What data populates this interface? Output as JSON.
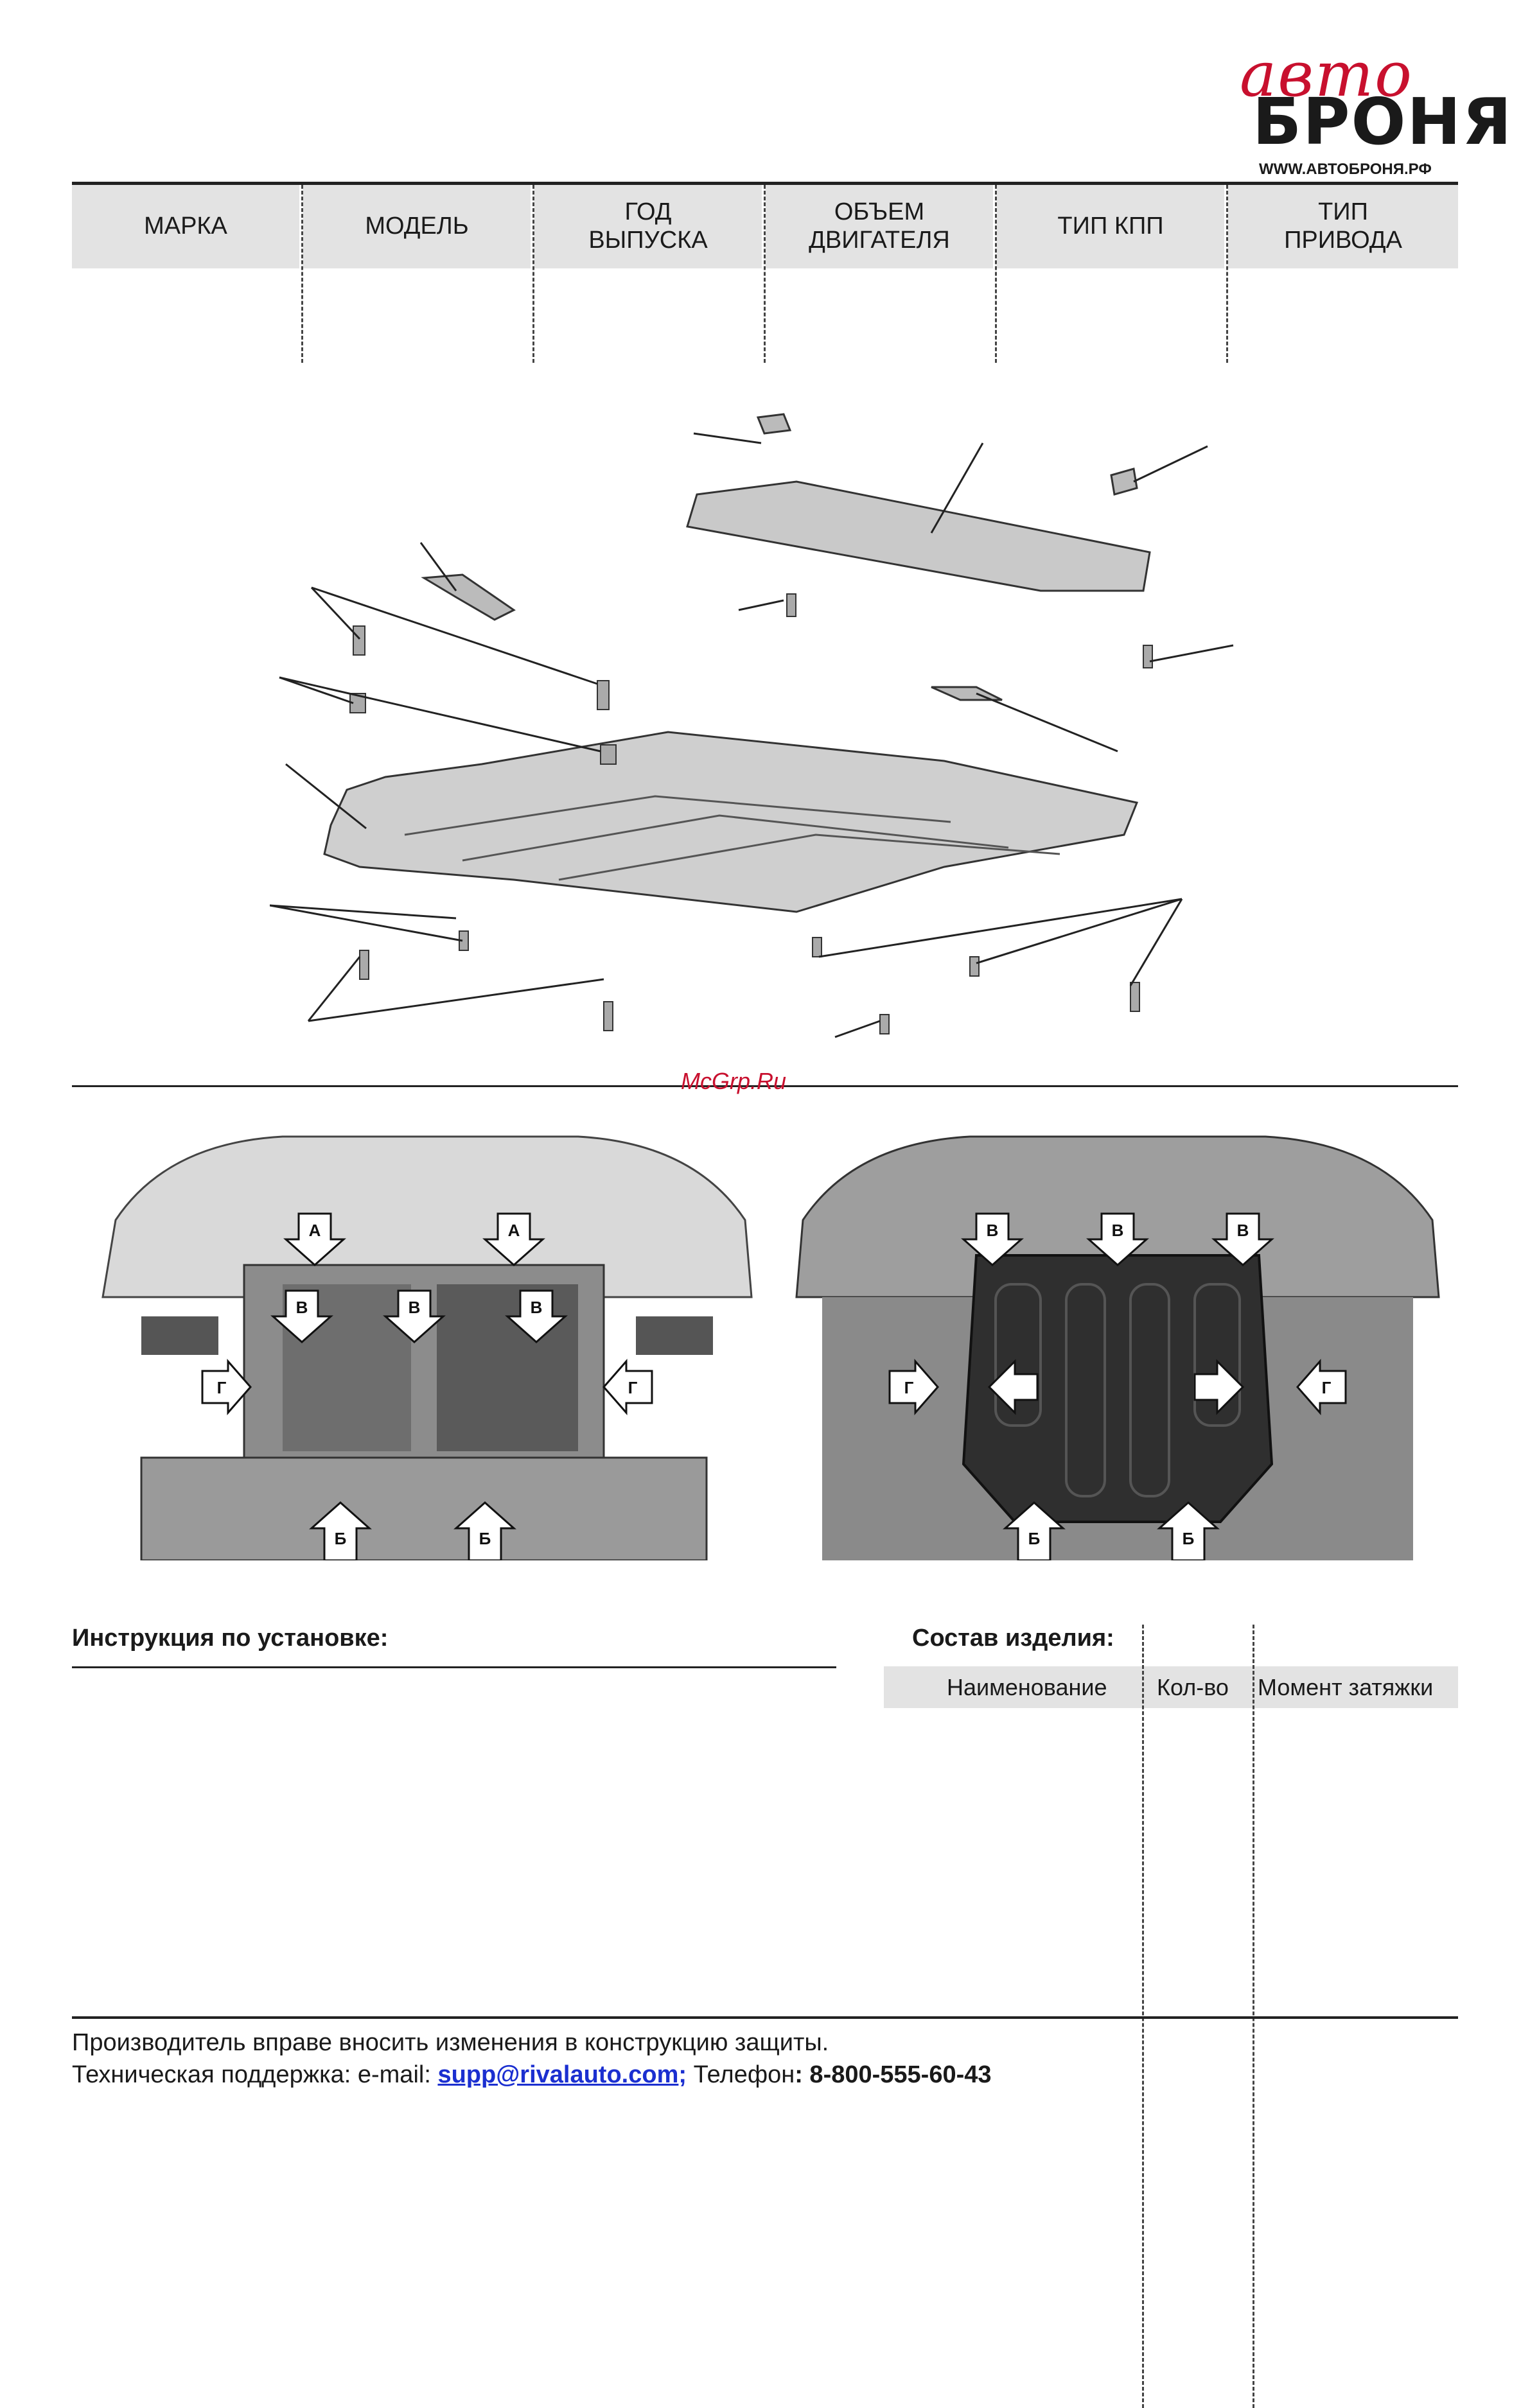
{
  "logo": {
    "script": "авто",
    "main": "БРОНЯ",
    "url": "WWW.АВТОБРОНЯ.РФ"
  },
  "spec_headers": [
    [
      "МАРКА"
    ],
    [
      "МОДЕЛЬ"
    ],
    [
      "ГОД",
      "ВЫПУСКА"
    ],
    [
      "ОБЪЕМ",
      "ДВИГАТЕЛЯ"
    ],
    [
      "ТИП КПП"
    ],
    [
      "ТИП",
      "ПРИВОДА"
    ]
  ],
  "watermark": "McGrp.Ru",
  "markers": {
    "a": "А",
    "b": "Б",
    "v": "В",
    "g": "Г"
  },
  "instructions_title": "Инструкция по установке:",
  "composition": {
    "title": "Состав изделия:",
    "col_name": "Наименование",
    "col_qty": "Кол-во",
    "col_torque": "Момент затяжки"
  },
  "footer": {
    "line1": "Производитель вправе вносить изменения в конструкцию защиты.",
    "support_label": "Техническая поддержка:  e-mail: ",
    "email": "supp@rivalauto.com",
    "email_sep": ";",
    "phone_label": " Телефон",
    "phone": ": 8-800-555-60-43"
  }
}
